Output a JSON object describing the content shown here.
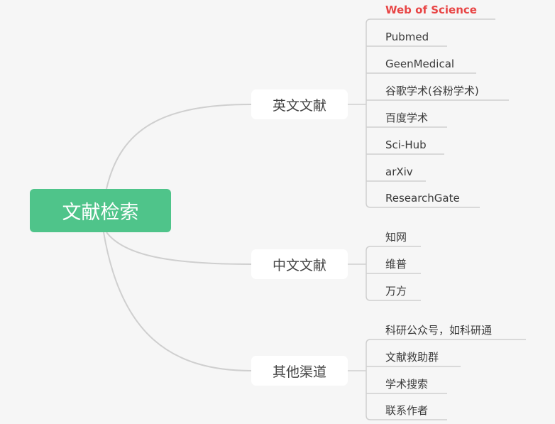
{
  "root": {
    "label": "文献检索",
    "color": "#4fc48a"
  },
  "highlight_color": "#e84545",
  "branches": [
    {
      "label": "英文文献",
      "leaves": [
        "Web of Science",
        "Pubmed",
        "GeenMedical",
        "谷歌学术(谷粉学术)",
        "百度学术",
        "Sci-Hub",
        "arXiv",
        "ResearchGate"
      ]
    },
    {
      "label": "中文文献",
      "leaves": [
        "知网",
        "维普",
        "万方"
      ]
    },
    {
      "label": "其他渠道",
      "leaves": [
        "科研公众号，如科研通",
        "文献救助群",
        "学术搜索",
        "联系作者"
      ]
    }
  ]
}
